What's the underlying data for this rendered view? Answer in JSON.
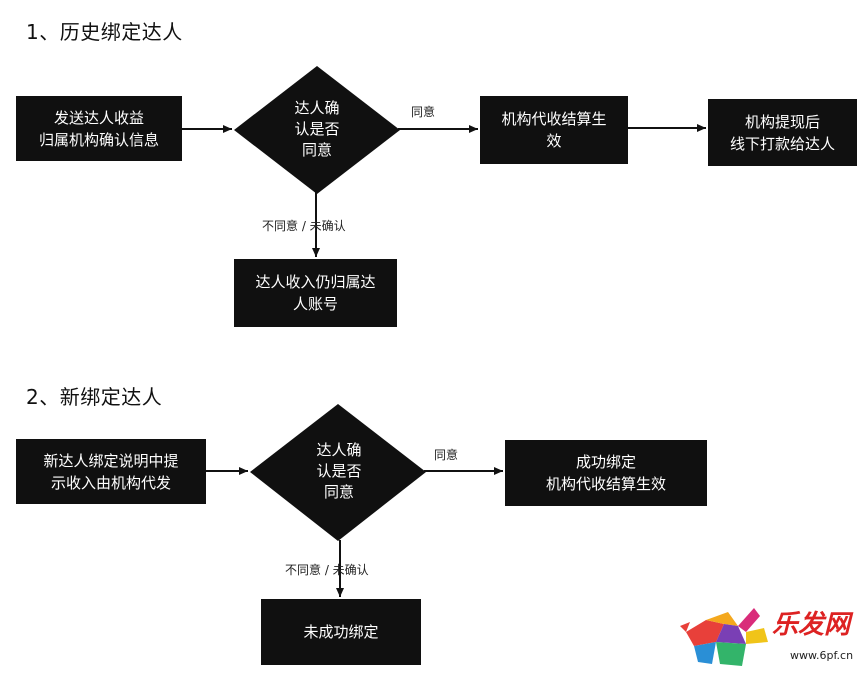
{
  "section1": {
    "heading": "1、历史绑定达人",
    "start_box": [
      "发送达人收益",
      "归属机构确认信息"
    ],
    "decision": [
      "达人确",
      "认是否",
      "同意"
    ],
    "yes_label": "同意",
    "no_label": "不同意 / 未确认",
    "yes_box": [
      "机构代收结算生",
      "效"
    ],
    "final_box": [
      "机构提现后",
      "线下打款给达人"
    ],
    "no_box": [
      "达人收入仍归属达",
      "人账号"
    ]
  },
  "section2": {
    "heading": "2、新绑定达人",
    "start_box": [
      "新达人绑定说明中提",
      "示收入由机构代发"
    ],
    "decision": [
      "达人确",
      "认是否",
      "同意"
    ],
    "yes_label": "同意",
    "no_label": "不同意 / 未确认",
    "yes_box": [
      "成功绑定",
      "机构代收结算生效"
    ],
    "no_box": [
      "未成功绑定"
    ]
  },
  "watermark": {
    "brand": "乐发网",
    "url": "www.6pf.cn"
  },
  "colors": {
    "node_fill": "#101010",
    "node_text": "#ffffff",
    "arrow": "#111111"
  }
}
